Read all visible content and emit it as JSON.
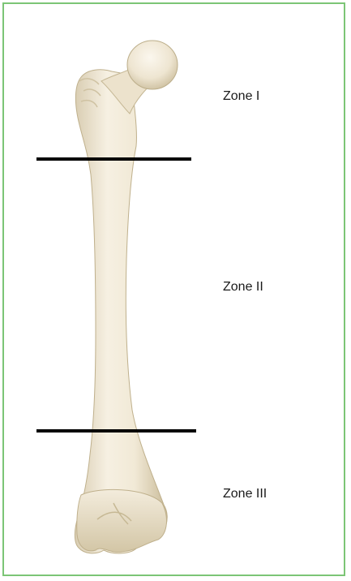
{
  "diagram": {
    "subject": "femur bone",
    "zones": [
      {
        "label": "Zone I"
      },
      {
        "label": "Zone II"
      },
      {
        "label": "Zone III"
      }
    ],
    "colors": {
      "border": "#7cc576",
      "bone": "#eee6d3",
      "bone_shadow": "#cdbf9f",
      "divider_line": "#000000"
    }
  }
}
